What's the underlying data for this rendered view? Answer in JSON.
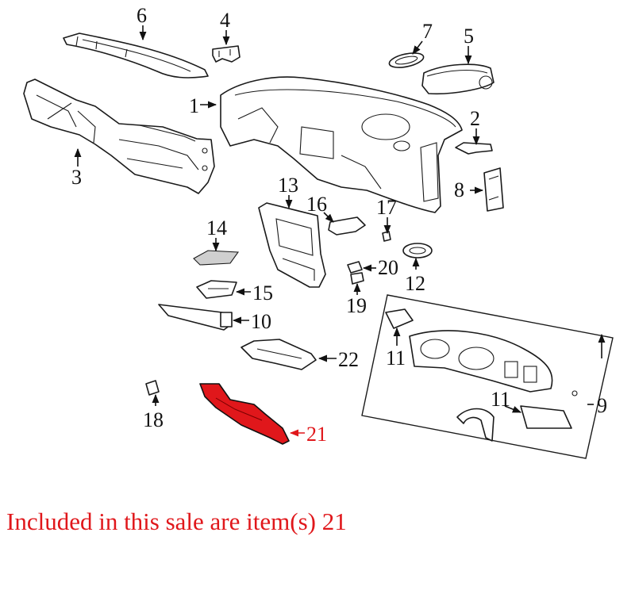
{
  "callouts": {
    "c1": "1",
    "c2": "2",
    "c3": "3",
    "c4": "4",
    "c5": "5",
    "c6": "6",
    "c7": "7",
    "c8": "8",
    "c9": "9",
    "c10": "10",
    "c11a": "11",
    "c11b": "11",
    "c12": "12",
    "c13": "13",
    "c14": "14",
    "c15": "15",
    "c16": "16",
    "c17": "17",
    "c18": "18",
    "c19": "19",
    "c20": "20",
    "c21": "21",
    "c22": "22"
  },
  "caption": "Included in this sale are item(s) 21",
  "colors": {
    "highlight": "#e0171b",
    "ink": "#111111"
  }
}
